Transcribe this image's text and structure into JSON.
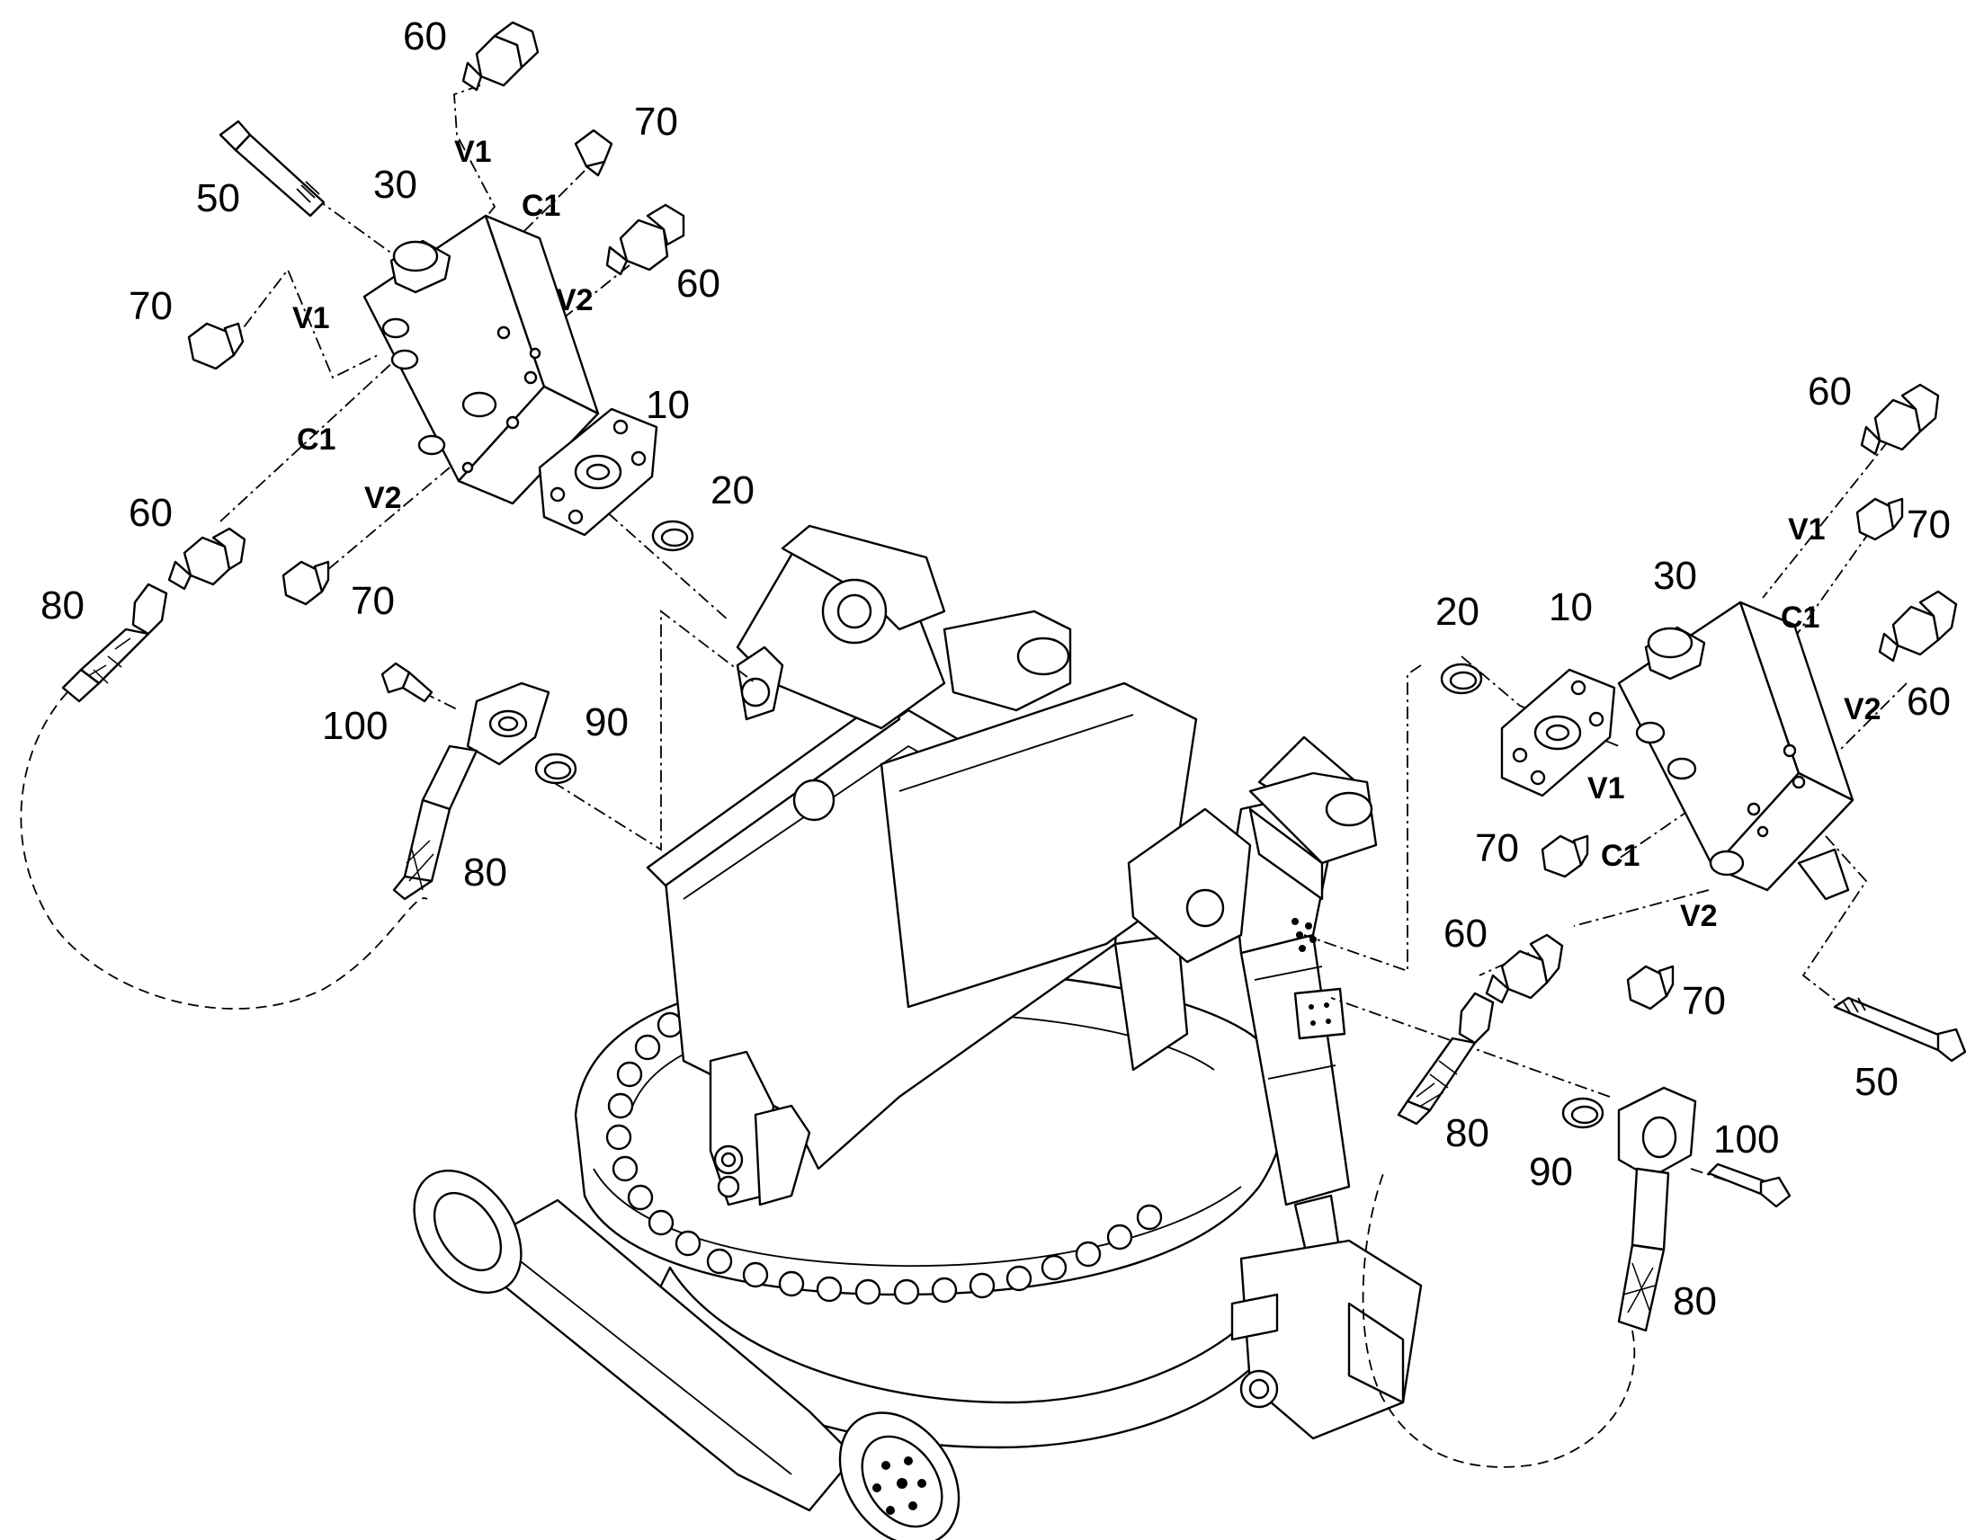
{
  "left_assembly": {
    "parts": {
      "fitting_top": "60",
      "bolt": "50",
      "valve_block": "30",
      "plug_top": "70",
      "fitting_right": "60",
      "plug_left": "70",
      "flange": "10",
      "seal": "20",
      "fitting_left": "60",
      "plug_bottom": "70",
      "hose_left": "80",
      "screw": "100",
      "seal_ring": "90",
      "hose_flange": "80"
    },
    "ports": {
      "v1_top": "V1",
      "c1_top": "C1",
      "v2_right": "V2",
      "v1_left": "V1",
      "c1_left": "C1",
      "v2_bottom": "V2"
    }
  },
  "right_assembly": {
    "parts": {
      "fitting_top": "60",
      "plug_top": "70",
      "valve_block": "30",
      "seal": "20",
      "flange": "10",
      "fitting_right": "60",
      "plug_left": "70",
      "fitting_left": "60",
      "plug_bottom": "70",
      "bolt": "50",
      "hose_left": "80",
      "seal_ring": "90",
      "screw": "100",
      "hose_flange": "80"
    },
    "ports": {
      "v1_top": "V1",
      "c1_top": "C1",
      "v2_right": "V2",
      "v1_left": "V1",
      "c1_left": "C1",
      "v2_bottom": "V2"
    }
  }
}
